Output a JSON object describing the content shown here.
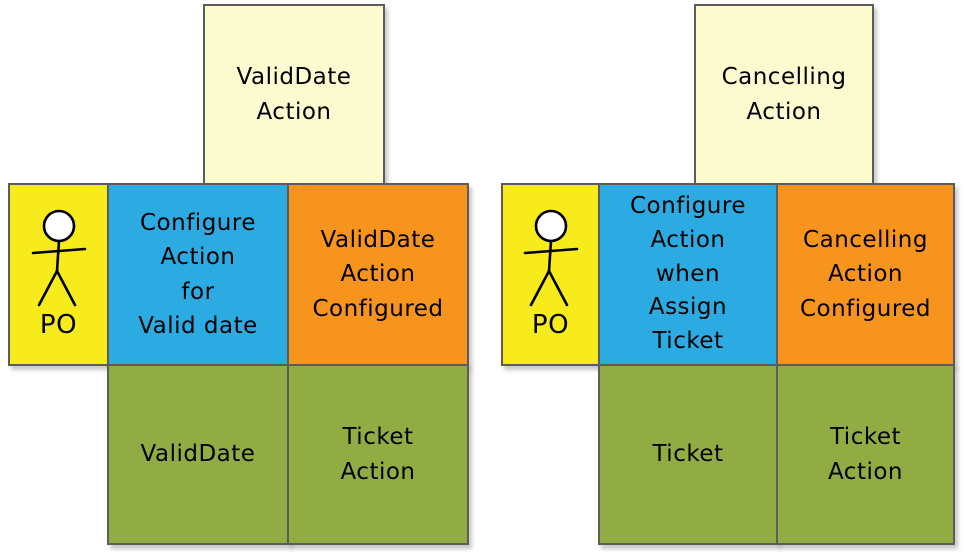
{
  "colors": {
    "background": "#FFFFFF",
    "note_pale_yellow": "#FBFBCF",
    "actor_yellow": "#F7EB1C",
    "configure_blue": "#2BABE2",
    "configured_orange": "#F7941E",
    "entity_green": "#92AC44",
    "card_border_gray": "#5C5C5C",
    "text": "#000000"
  },
  "boards": [
    {
      "id": "validdate-board",
      "note": "ValidDate\nAction",
      "actor": "PO",
      "configure": "Configure\nAction\nfor\nValid date",
      "configured": "ValidDate\nAction\nConfigured",
      "entity": "ValidDate",
      "entity_action": "Ticket\nAction"
    },
    {
      "id": "cancelling-board",
      "note": "Cancelling\nAction",
      "actor": "PO",
      "configure": "Configure\nAction\nwhen\nAssign\nTicket",
      "configured": "Cancelling\nAction\nConfigured",
      "entity": "Ticket",
      "entity_action": "Ticket\nAction"
    }
  ]
}
